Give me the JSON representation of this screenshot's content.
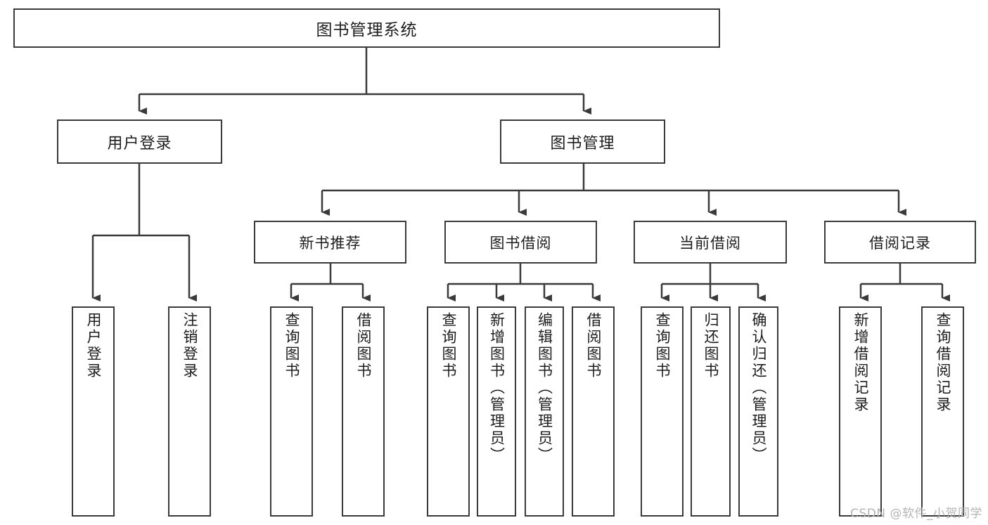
{
  "diagram": {
    "title": "图书管理系统",
    "type": "tree",
    "root": {
      "label": "图书管理系统",
      "level": 0
    },
    "level1": [
      {
        "label": "用户登录"
      },
      {
        "label": "图书管理"
      }
    ],
    "level2": [
      {
        "label": "新书推荐",
        "parent": "图书管理"
      },
      {
        "label": "图书借阅",
        "parent": "图书管理"
      },
      {
        "label": "当前借阅",
        "parent": "图书管理"
      },
      {
        "label": "借阅记录",
        "parent": "图书管理"
      }
    ],
    "leaves": [
      {
        "label": "用户登录",
        "parent": "用户登录"
      },
      {
        "label": "注销登录",
        "parent": "用户登录"
      },
      {
        "label": "查询图书",
        "parent": "新书推荐"
      },
      {
        "label": "借阅图书",
        "parent": "新书推荐"
      },
      {
        "label": "查询图书",
        "parent": "图书借阅"
      },
      {
        "label": "新增图书（管理员）",
        "parent": "图书借阅"
      },
      {
        "label": "编辑图书（管理员）",
        "parent": "图书借阅"
      },
      {
        "label": "借阅图书",
        "parent": "图书借阅"
      },
      {
        "label": "查询图书",
        "parent": "当前借阅"
      },
      {
        "label": "归还图书",
        "parent": "当前借阅"
      },
      {
        "label": "确认归还（管理员）",
        "parent": "当前借阅"
      },
      {
        "label": "新增借阅记录",
        "parent": "借阅记录"
      },
      {
        "label": "查询借阅记录",
        "parent": "借阅记录"
      }
    ]
  },
  "watermark": {
    "text": "CSDN @软件_小贺同学"
  },
  "colors": {
    "stroke": "#3a3a3a",
    "background": "#ffffff",
    "text": "#1d1d1d",
    "watermark": "#b4b4b4"
  }
}
